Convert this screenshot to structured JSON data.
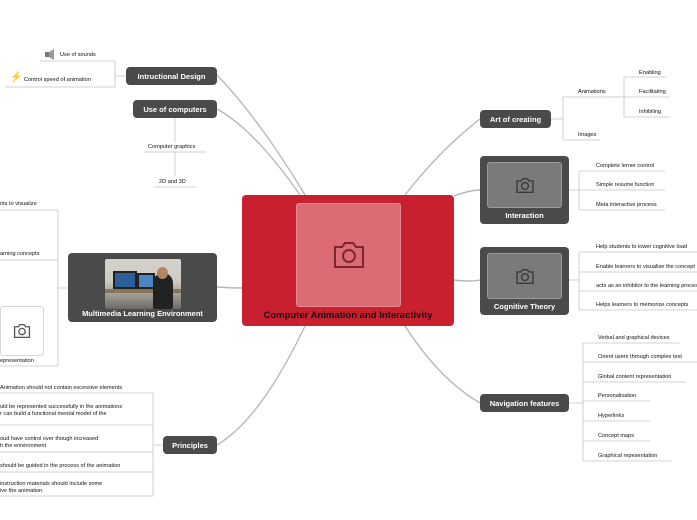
{
  "central": {
    "title": "Computer Animation and Interactivity",
    "icon": "camera-icon"
  },
  "topics": {
    "instructional_design": "Intructional Design",
    "use_of_computers": "Use of computers",
    "multimedia": "Multimedia Learning Environment",
    "principles": "Principles",
    "art_of_creating": "Art of creating",
    "interaction": "Interaction",
    "cognitive_theory": "Cognitive Theory",
    "navigation": "Navigation features"
  },
  "instructional_design": {
    "items": [
      "Use of sounds",
      "Control speed of animation"
    ],
    "icons": [
      "speaker-icon",
      "lightning-icon"
    ]
  },
  "use_of_computers": {
    "items": [
      "Computer graphics",
      "2D and 3D"
    ]
  },
  "multimedia": {
    "items": [
      "nts to visualize",
      "arning concepts",
      "epresentation"
    ],
    "image": "photo of a person working at computers"
  },
  "principles": {
    "items": [
      "Animation should not contain excessive elements",
      "uld be represented successfully in the animations\nr can build a functional mental model of the",
      "oud have control over though increased\nh the enivironment",
      " should be guided in the process of the animation",
      " instruction materials should include some\nive the animation."
    ]
  },
  "art_of_creating": {
    "animations_label": "Animations",
    "animations": [
      "Enabling",
      "Facilitating",
      "Inhibiling"
    ],
    "images_label": "Images"
  },
  "interaction": {
    "items": [
      "Complete lerner control",
      "Simple resume function",
      "Meta interactive process"
    ]
  },
  "cognitive_theory": {
    "items": [
      "Help students to lower cognitive load",
      "Enable learners to visualise  the concept",
      "acts as an inhibitor to the learning process",
      "Helps learners to memorize  concepts"
    ]
  },
  "navigation": {
    "items": [
      "Verbal and graphical devices",
      "Orient users through complex text",
      "Global content representation",
      "Personalisation",
      "Hyperlinks",
      "Concept maps",
      "Graphical repesentation"
    ]
  },
  "colors": {
    "central": "#c8202f",
    "topic": "#4a4a4a",
    "line": "#b5b5b5"
  }
}
